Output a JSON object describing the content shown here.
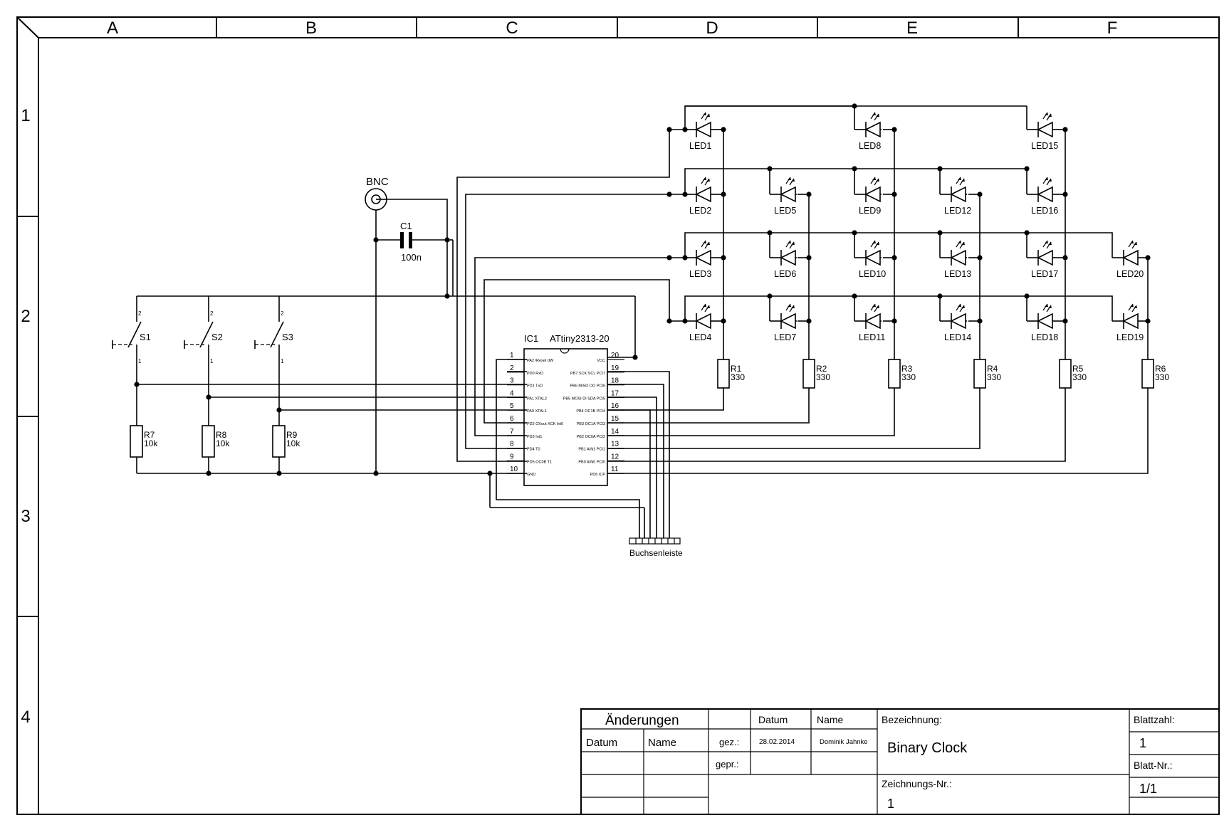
{
  "frame": {
    "columns": [
      "A",
      "B",
      "C",
      "D",
      "E",
      "F"
    ],
    "rows": [
      "1",
      "2",
      "3",
      "4"
    ]
  },
  "connector": {
    "name": "BNC"
  },
  "capacitor": {
    "ref": "C1",
    "value": "100n"
  },
  "ic": {
    "ref": "IC1",
    "part": "ATtiny2313-20",
    "left_pins": [
      {
        "num": "1",
        "label": "PA2 /Reset dW"
      },
      {
        "num": "2",
        "label": "PD0 RxD"
      },
      {
        "num": "3",
        "label": "PD1 TxD"
      },
      {
        "num": "4",
        "label": "PA1 XTAL2"
      },
      {
        "num": "5",
        "label": "PA0 XTAL1"
      },
      {
        "num": "6",
        "label": "PD2 CKout XCK Int0"
      },
      {
        "num": "7",
        "label": "PD3 Int1"
      },
      {
        "num": "8",
        "label": "PD4 T0"
      },
      {
        "num": "9",
        "label": "PD5 OC0B T1"
      },
      {
        "num": "10",
        "label": "GND"
      }
    ],
    "right_pins": [
      {
        "num": "20",
        "label": "VCC"
      },
      {
        "num": "19",
        "label": "PB7 SCK SCL PCI7"
      },
      {
        "num": "18",
        "label": "PB6 MISO DO PCI6"
      },
      {
        "num": "17",
        "label": "PB5 MOSI DI SDA PCI5"
      },
      {
        "num": "16",
        "label": "PB4 OC1B PCI4"
      },
      {
        "num": "15",
        "label": "PB3 OC1A PCI3"
      },
      {
        "num": "14",
        "label": "PB2 OC0A PCI2"
      },
      {
        "num": "13",
        "label": "PB1 AIN1 PCI1"
      },
      {
        "num": "12",
        "label": "PB0 AIN0 PCI0"
      },
      {
        "num": "11",
        "label": "PD6 ICP"
      }
    ]
  },
  "switches": [
    {
      "ref": "S1",
      "pin_top": "2",
      "pin_bottom": "1"
    },
    {
      "ref": "S2",
      "pin_top": "2",
      "pin_bottom": "1"
    },
    {
      "ref": "S3",
      "pin_top": "2",
      "pin_bottom": "1"
    }
  ],
  "pulldowns": [
    {
      "ref": "R7",
      "value": "10k"
    },
    {
      "ref": "R8",
      "value": "10k"
    },
    {
      "ref": "R9",
      "value": "10k"
    }
  ],
  "led_resistors": [
    {
      "ref": "R1",
      "value": "330"
    },
    {
      "ref": "R2",
      "value": "330"
    },
    {
      "ref": "R3",
      "value": "330"
    },
    {
      "ref": "R4",
      "value": "330"
    },
    {
      "ref": "R5",
      "value": "330"
    },
    {
      "ref": "R6",
      "value": "330"
    }
  ],
  "leds": [
    "LED1",
    "LED8",
    "LED15",
    "LED2",
    "LED5",
    "LED9",
    "LED12",
    "LED16",
    "LED3",
    "LED6",
    "LED10",
    "LED13",
    "LED17",
    "LED20",
    "LED4",
    "LED7",
    "LED11",
    "LED14",
    "LED18",
    "LED19"
  ],
  "header_connector": {
    "name": "Buchsenleiste"
  },
  "title_block": {
    "changes_title": "Änderungen",
    "col_date": "Datum",
    "col_name": "Name",
    "drawn_label": "gez.:",
    "checked_label": "gepr.:",
    "date_header": "Datum",
    "name_header": "Name",
    "drawn_date": "28.02.2014",
    "drawn_name": "Dominik Jahnke",
    "designation_label": "Bezeichnung:",
    "designation": "Binary Clock",
    "drawing_no_label": "Zeichnungs-Nr.:",
    "drawing_no": "1",
    "sheet_count_label": "Blattzahl:",
    "sheet_count": "1",
    "sheet_no_label": "Blatt-Nr.:",
    "sheet_no": "1/1"
  }
}
